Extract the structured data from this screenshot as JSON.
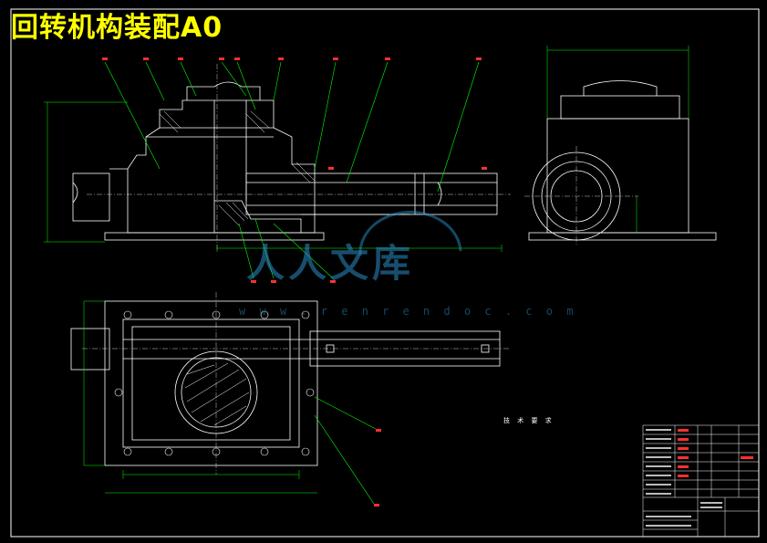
{
  "drawing": {
    "title": "回转机构装配A0",
    "tech_requirements": {
      "title": "技 术 要 求"
    },
    "watermark": {
      "logo_text": "人人文库",
      "url": "w w w . r e n r e n d o c . c o m"
    }
  },
  "colors": {
    "background": "#000000",
    "outline": "#ffffff",
    "leader": "#00ff00",
    "frame": "#ffffff",
    "title": "#ffff00",
    "balloon": "#ff3030",
    "watermark": "#2a8fc8"
  }
}
